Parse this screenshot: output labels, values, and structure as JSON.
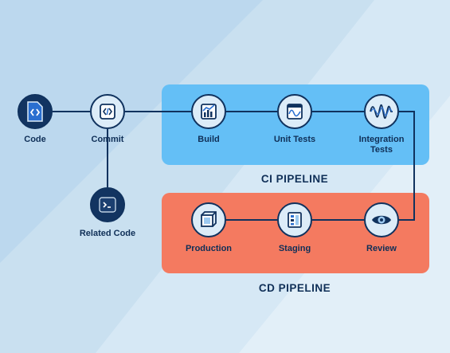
{
  "nodes": {
    "code": {
      "label": "Code"
    },
    "commit": {
      "label": "Commit"
    },
    "related_code": {
      "label": "Related Code"
    },
    "build": {
      "label": "Build"
    },
    "unit_tests": {
      "label": "Unit Tests"
    },
    "integration_tests": {
      "label": "Integration\nTests"
    },
    "production": {
      "label": "Production"
    },
    "staging": {
      "label": "Staging"
    },
    "review": {
      "label": "Review"
    }
  },
  "pipelines": {
    "ci": {
      "title": "CI PIPELINE",
      "color": "#64bff6"
    },
    "cd": {
      "title": "CD PIPELINE",
      "color": "#f47a60"
    }
  },
  "colors": {
    "background": "#c9e0f0",
    "node_outline": "#10325e",
    "node_fill": "#dcecf8",
    "node_dark_fill": "#123461",
    "text": "#0f2f57"
  },
  "icons": {
    "code": "code-file-icon",
    "commit": "code-brackets-icon",
    "related_code": "terminal-icon",
    "build": "bar-chart-icon",
    "unit_tests": "waveform-window-icon",
    "integration_tests": "wave-icon",
    "production": "cube-icon",
    "staging": "layout-panel-icon",
    "review": "eye-icon"
  }
}
